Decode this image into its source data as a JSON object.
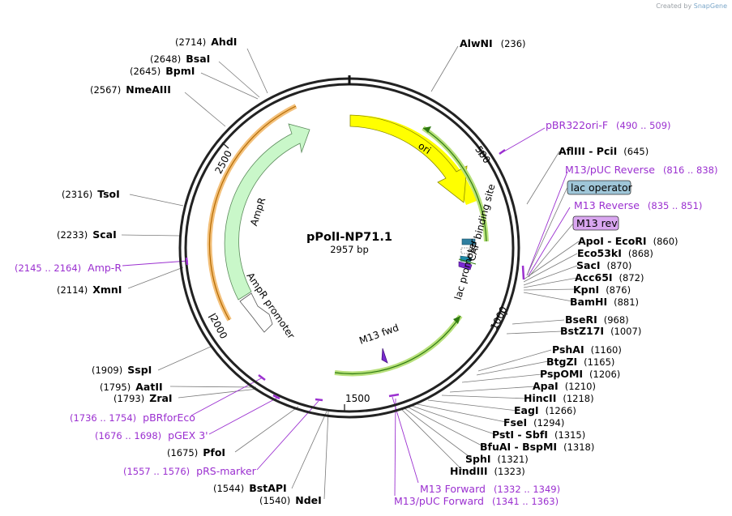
{
  "credit": {
    "prefix": "Created by",
    "brand": "SnapGene"
  },
  "plasmid": {
    "name": "pPolI-NP71.1",
    "length_label": "2957 bp"
  },
  "ticks": [
    {
      "text": "500",
      "class": "tick"
    },
    {
      "text": "1000",
      "class": "tick"
    },
    {
      "text": "1500",
      "class": "tick"
    },
    {
      "text": "2000",
      "class": "tick"
    },
    {
      "text": "2500",
      "class": "tick"
    }
  ],
  "features": {
    "ori": "ori",
    "ampr": "AmpR",
    "ampr_promoter": "AmpR promoter",
    "m13_fwd": "M13 fwd",
    "cap_site": "CAP binding site",
    "lac_promoter": "lac promoter"
  },
  "sites_left": [
    {
      "name": "AhdI",
      "pos": "(2714)"
    },
    {
      "name": "BsaI",
      "pos": "(2648)"
    },
    {
      "name": "BpmI",
      "pos": "(2645)"
    },
    {
      "name": "NmeAIII",
      "pos": "(2567)"
    },
    {
      "name": "TsoI",
      "pos": "(2316)"
    },
    {
      "name": "ScaI",
      "pos": "(2233)"
    },
    {
      "name": "XmnI",
      "pos": "(2114)"
    },
    {
      "name": "SspI",
      "pos": "(1909)"
    },
    {
      "name": "AatII",
      "pos": "(1795)"
    },
    {
      "name": "ZraI",
      "pos": "(1793)"
    },
    {
      "name": "PfoI",
      "pos": "(1675)"
    },
    {
      "name": "BstAPI",
      "pos": "(1544)"
    },
    {
      "name": "NdeI",
      "pos": "(1540)"
    }
  ],
  "sites_right": [
    {
      "name": "AlwNI",
      "pos": "(236)"
    },
    {
      "name": "AflIII - PciI",
      "pos": "(645)"
    },
    {
      "name": "ApoI - EcoRI",
      "pos": "(860)"
    },
    {
      "name": "Eco53kI",
      "pos": "(868)"
    },
    {
      "name": "SacI",
      "pos": "(870)"
    },
    {
      "name": "Acc65I",
      "pos": "(872)"
    },
    {
      "name": "KpnI",
      "pos": "(876)"
    },
    {
      "name": "BamHI",
      "pos": "(881)"
    },
    {
      "name": "BseRI",
      "pos": "(968)"
    },
    {
      "name": "BstZ17I",
      "pos": "(1007)"
    },
    {
      "name": "PshAI",
      "pos": "(1160)"
    },
    {
      "name": "BtgZI",
      "pos": "(1165)"
    },
    {
      "name": "PspOMI",
      "pos": "(1206)"
    },
    {
      "name": "ApaI",
      "pos": "(1210)"
    },
    {
      "name": "HincII",
      "pos": "(1218)"
    },
    {
      "name": "EagI",
      "pos": "(1266)"
    },
    {
      "name": "FseI",
      "pos": "(1294)"
    },
    {
      "name": "PstI - SbfI",
      "pos": "(1315)"
    },
    {
      "name": "BfuAI - BspMI",
      "pos": "(1318)"
    },
    {
      "name": "SphI",
      "pos": "(1321)"
    },
    {
      "name": "HindIII",
      "pos": "(1323)"
    }
  ],
  "primers": [
    {
      "name": "pBR322ori-F",
      "pos": "(490 .. 509)"
    },
    {
      "name": "M13/pUC Reverse",
      "pos": "(816 .. 838)"
    },
    {
      "name": "M13 Reverse",
      "pos": "(835 .. 851)"
    },
    {
      "name": "Amp-R",
      "pos": "(2145 .. 2164)"
    },
    {
      "name": "pBRforEco",
      "pos": "(1736 .. 1754)"
    },
    {
      "name": "pGEX 3'",
      "pos": "(1676 .. 1698)"
    },
    {
      "name": "pRS-marker",
      "pos": "(1557 .. 1576)"
    },
    {
      "name": "M13 Forward",
      "pos": "(1332 .. 1349)"
    },
    {
      "name": "M13/pUC Forward",
      "pos": "(1341 .. 1363)"
    }
  ],
  "boxed_labels": {
    "lac_operator": "lac operator",
    "m13_rev": "M13 rev"
  },
  "colors": {
    "ori": "#ffff00",
    "ampr": "#c9f7c9",
    "ampr_promoter": "#ffffff",
    "primer": "#9b30d0",
    "lac_operator": "#9fc6d8",
    "m13_rev": "#d9a6f0",
    "promoter_highlight": "#8ec63f",
    "ampr_highlight": "#f3c07a"
  }
}
